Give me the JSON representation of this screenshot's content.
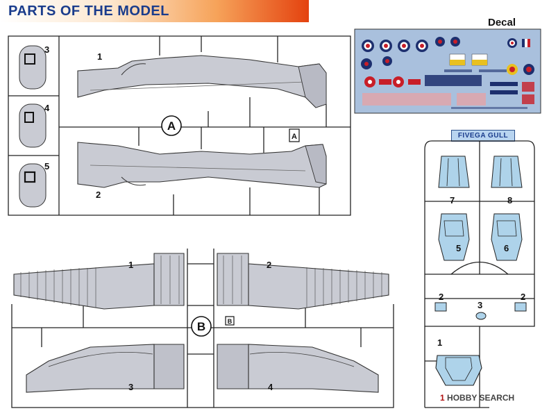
{
  "header": {
    "title": "PARTS OF THE MODEL"
  },
  "decal": {
    "title": "Decal"
  },
  "clear_sprue": {
    "label": "FIVEGA GULL"
  },
  "sprue_a": {
    "tag": "A",
    "parts": [
      "1",
      "2",
      "3",
      "4",
      "5"
    ],
    "gate_tag": "A"
  },
  "sprue_b": {
    "tag": "B",
    "parts": [
      "1",
      "2",
      "3",
      "4"
    ],
    "gate_tag": "B"
  },
  "clear_parts": [
    "7",
    "8",
    "5",
    "6",
    "2",
    "3",
    "2",
    "1"
  ],
  "watermark": {
    "part1": "1",
    "part2": "HOBBY SEARCH",
    "full": "HOBBY SEARCH"
  },
  "colors": {
    "plastic": "#c9cbd3",
    "clear": "#aed3ea",
    "header_accent": "#e4420f",
    "title_blue": "#1a3c8c",
    "decal_bg": "#a9c0dd"
  }
}
